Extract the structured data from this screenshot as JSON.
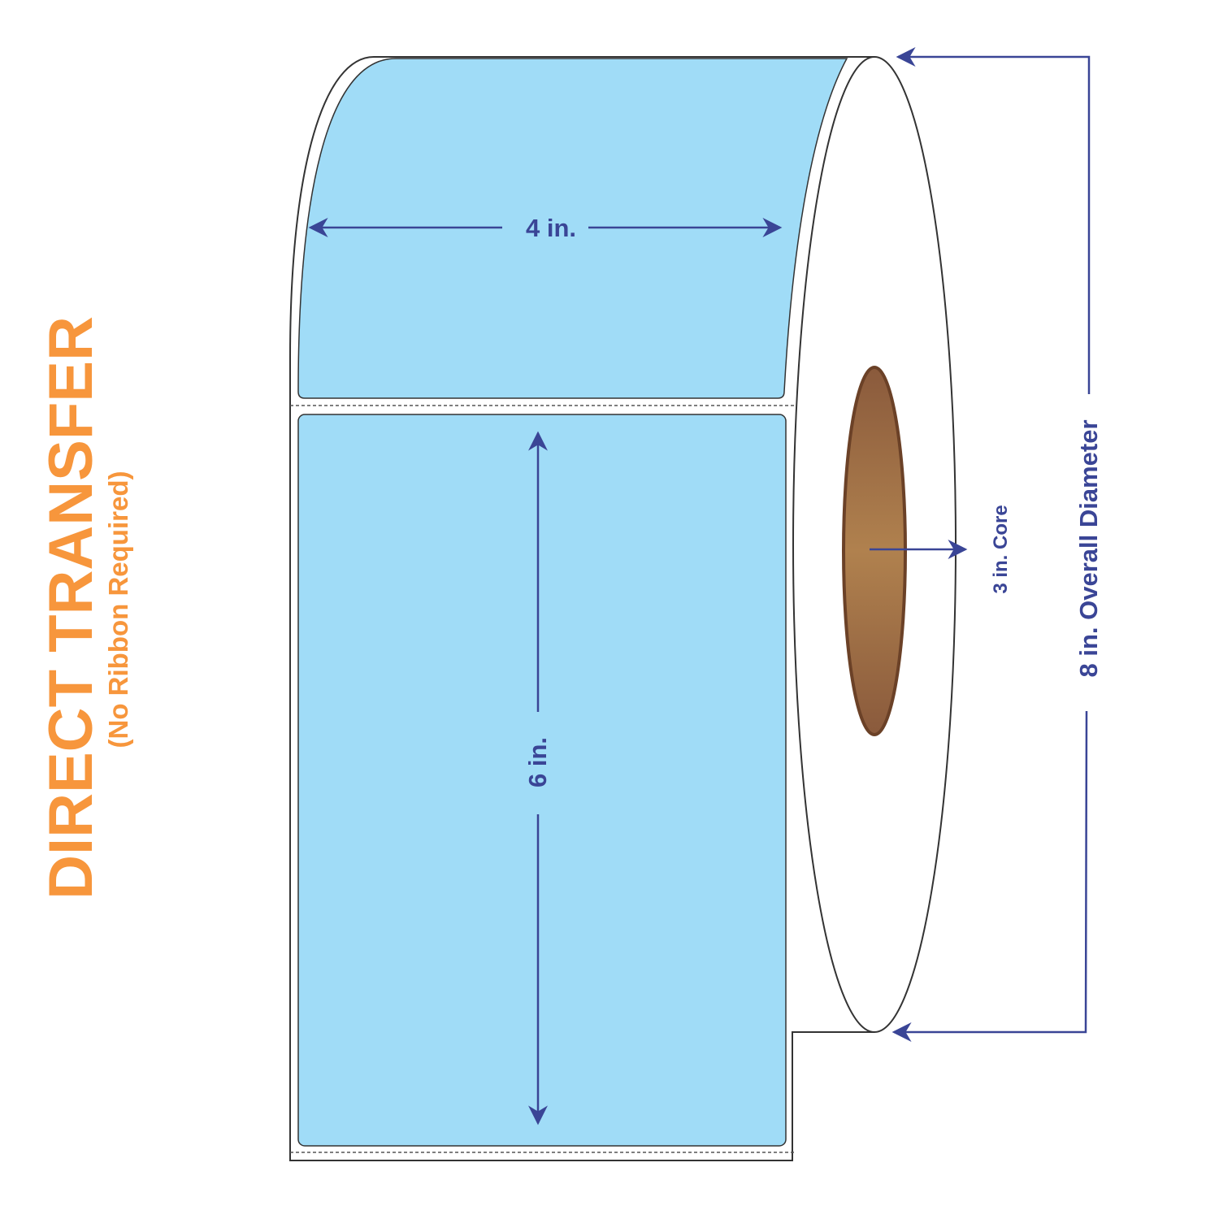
{
  "title": "DIRECT TRANSFER",
  "subtitle": "(No Ribbon Required)",
  "dimensions": {
    "width": "4 in.",
    "height": "6 in.",
    "core": "3 in. Core",
    "diameter": "8 in. Overall Diameter"
  },
  "colors": {
    "label": "#a0dcf7",
    "dimension": "#3a4596",
    "accent": "#f7963c",
    "core": "#a8774a"
  }
}
